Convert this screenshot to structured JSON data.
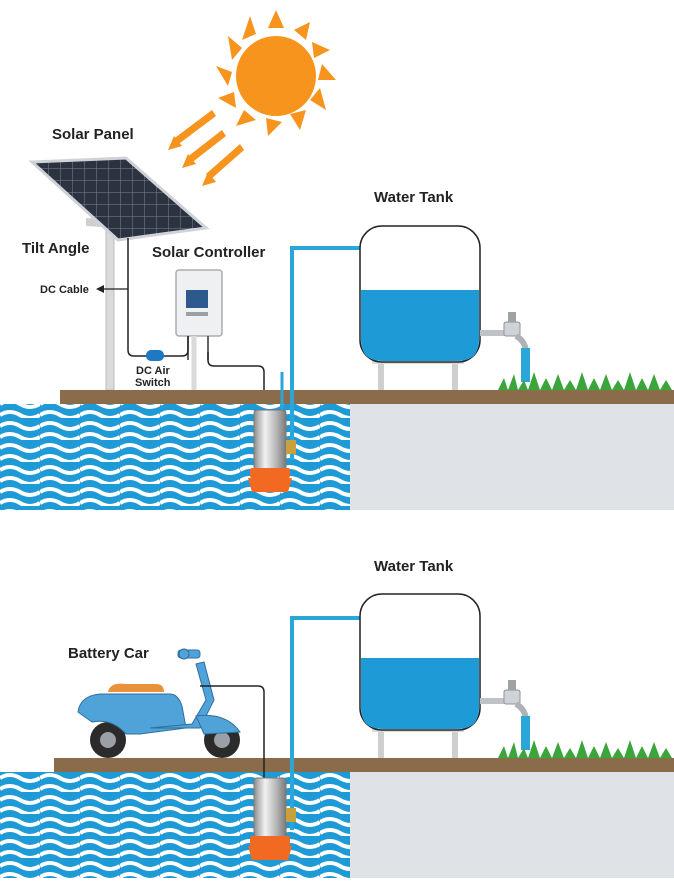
{
  "labels": {
    "solar_panel": "Solar Panel",
    "tilt_angle": "Tilt Angle",
    "dc_cable": "DC Cable",
    "solar_controller": "Solar Controller",
    "dc_air_switch_line1": "DC Air",
    "dc_air_switch_line2": "Switch",
    "water_tank_top": "Water Tank",
    "water_tank_bottom": "Water Tank",
    "battery_car": "Battery Car"
  },
  "colors": {
    "sun": "#f7941d",
    "sun_rays": "#f7941d",
    "water": "#1e9bd7",
    "water_waves": "#ffffff",
    "ground": "#8a6b4a",
    "dry_ground": "#dfe2e6",
    "pipe": "#2aa7d8",
    "grass": "#3aa53a",
    "scooter": "#4fa3d9",
    "scooter_seat": "#e9923a",
    "pump_body": "#c8c8c8",
    "pump_base": "#f26a22",
    "panel": "#2a2f3a",
    "controller": "#e8eaec"
  },
  "icons": {
    "sun": "sun-icon",
    "tap": "faucet-icon",
    "pump": "submersible-pump-icon",
    "scooter": "scooter-icon",
    "panel": "solar-panel-icon",
    "controller": "controller-icon",
    "switch": "breaker-icon"
  }
}
